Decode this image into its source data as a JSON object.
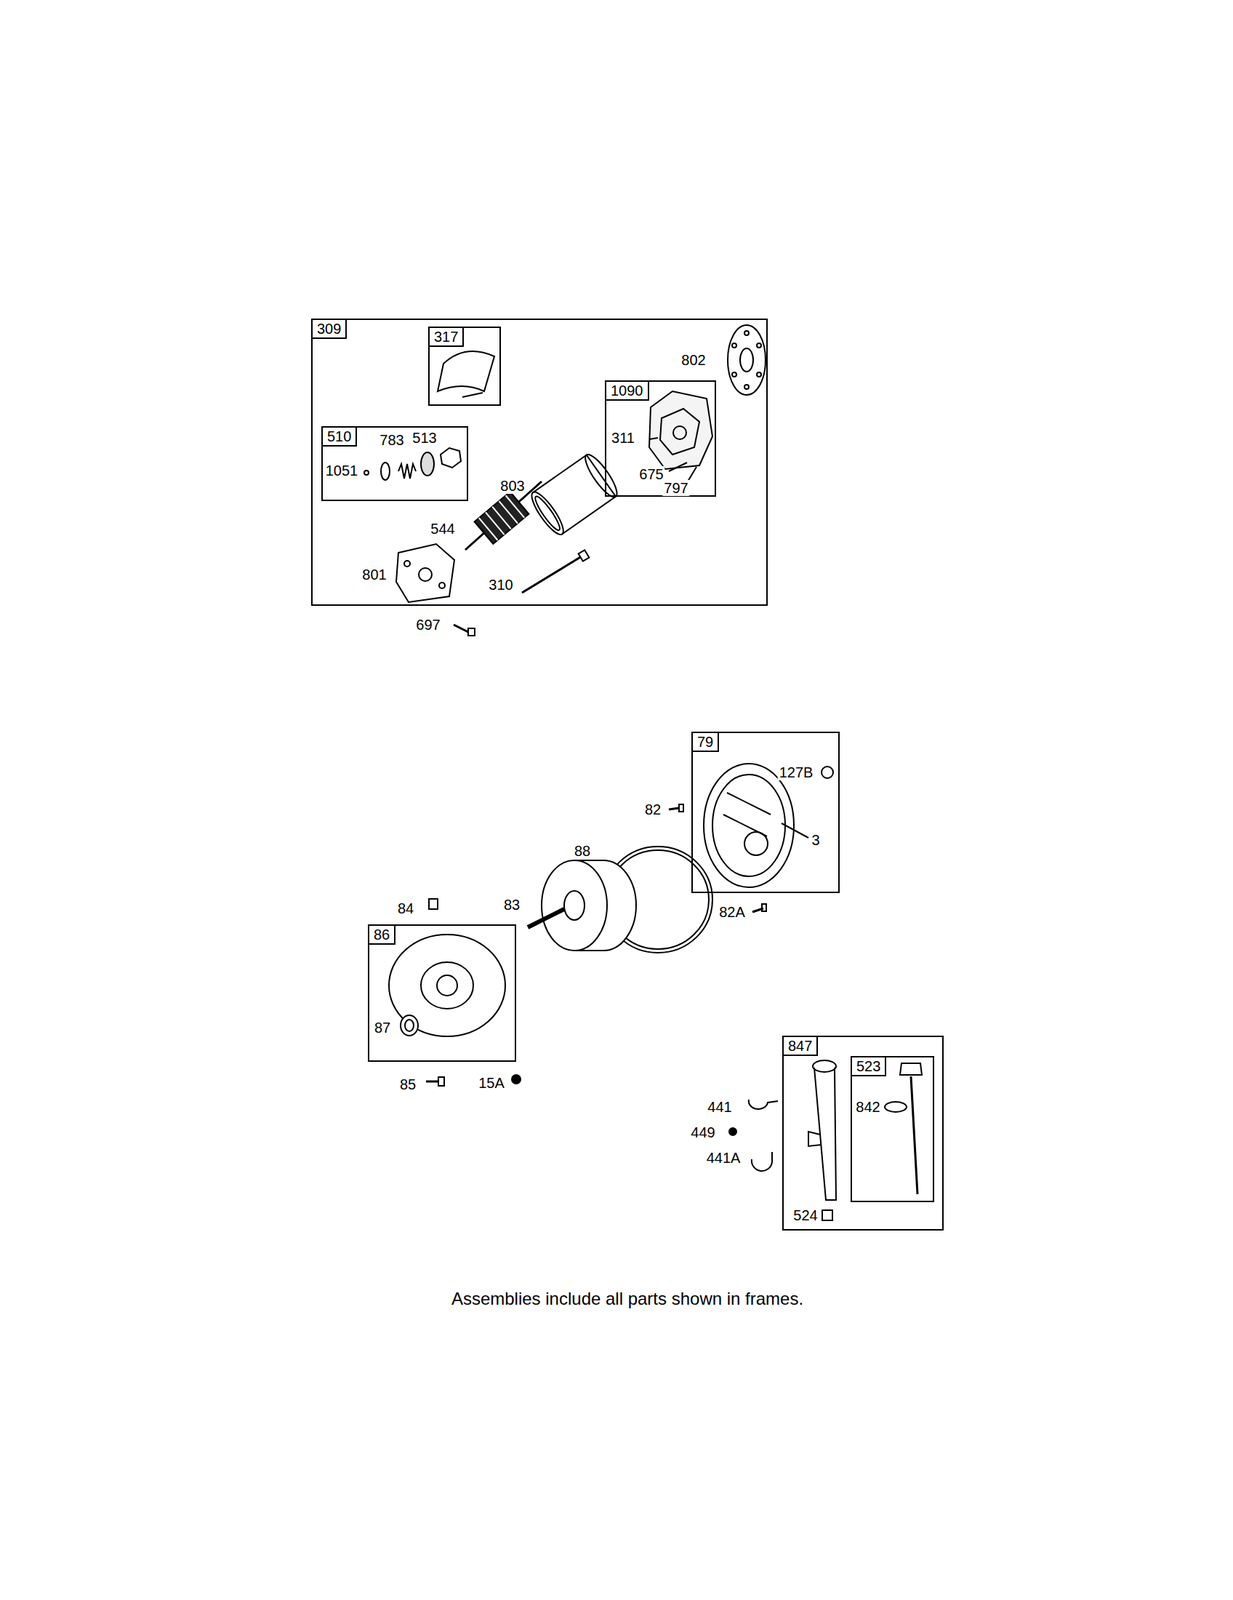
{
  "diagram": {
    "caption": "Assemblies include all parts shown in frames.",
    "nodes": [
      {
        "text": [
          "309"
        ]
      },
      {
        "text": [
          "317"
        ],
        "in": 0
      },
      {
        "text": [
          "510"
        ],
        "in": 0
      },
      {
        "text": [
          "1090"
        ],
        "in": 0
      },
      {
        "text": [
          "79"
        ]
      },
      {
        "text": [
          "86"
        ]
      },
      {
        "text": [
          "847"
        ]
      },
      {
        "text": [
          "523"
        ],
        "in": 6
      }
    ],
    "labels": [
      "802",
      "311",
      "675",
      "797",
      "783",
      "513",
      "1051",
      "803",
      "544",
      "801",
      "310",
      "697",
      "127B",
      "82",
      "3",
      "88",
      "83",
      "84",
      "87",
      "85",
      "15A",
      "82A",
      "441",
      "449",
      "441A",
      "842",
      "524"
    ]
  }
}
